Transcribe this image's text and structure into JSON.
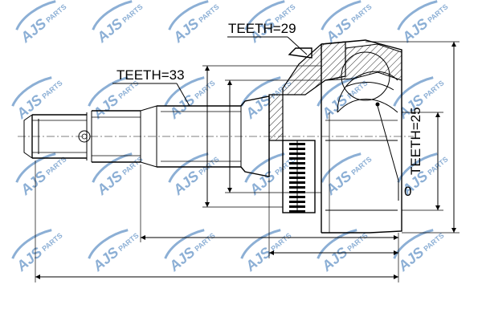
{
  "labels": {
    "teeth_outer": "TEETH=29",
    "teeth_shaft": "TEETH=33",
    "teeth_inner": "TEETH=25",
    "ring": "0"
  },
  "watermark": {
    "brand": "AJS",
    "suffix": "PARTS",
    "color": "#2f6fb3"
  }
}
